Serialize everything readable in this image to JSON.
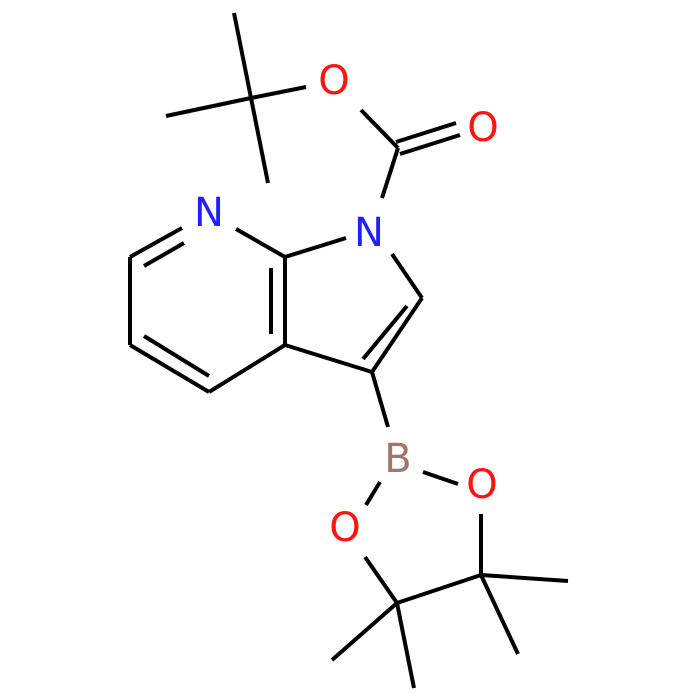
{
  "colors": {
    "bond": "#000000",
    "nitrogen": "#1f1fff",
    "oxygen": "#ff1414",
    "boron": "#a0766b",
    "background": "#ffffff"
  },
  "atoms": {
    "o_ester": "O",
    "o_carbonyl": "O",
    "n_pyridine": "N",
    "n_pyrrole": "N",
    "boron": "B",
    "o_dioxaborolane_right": "O",
    "o_dioxaborolane_left": "O"
  }
}
